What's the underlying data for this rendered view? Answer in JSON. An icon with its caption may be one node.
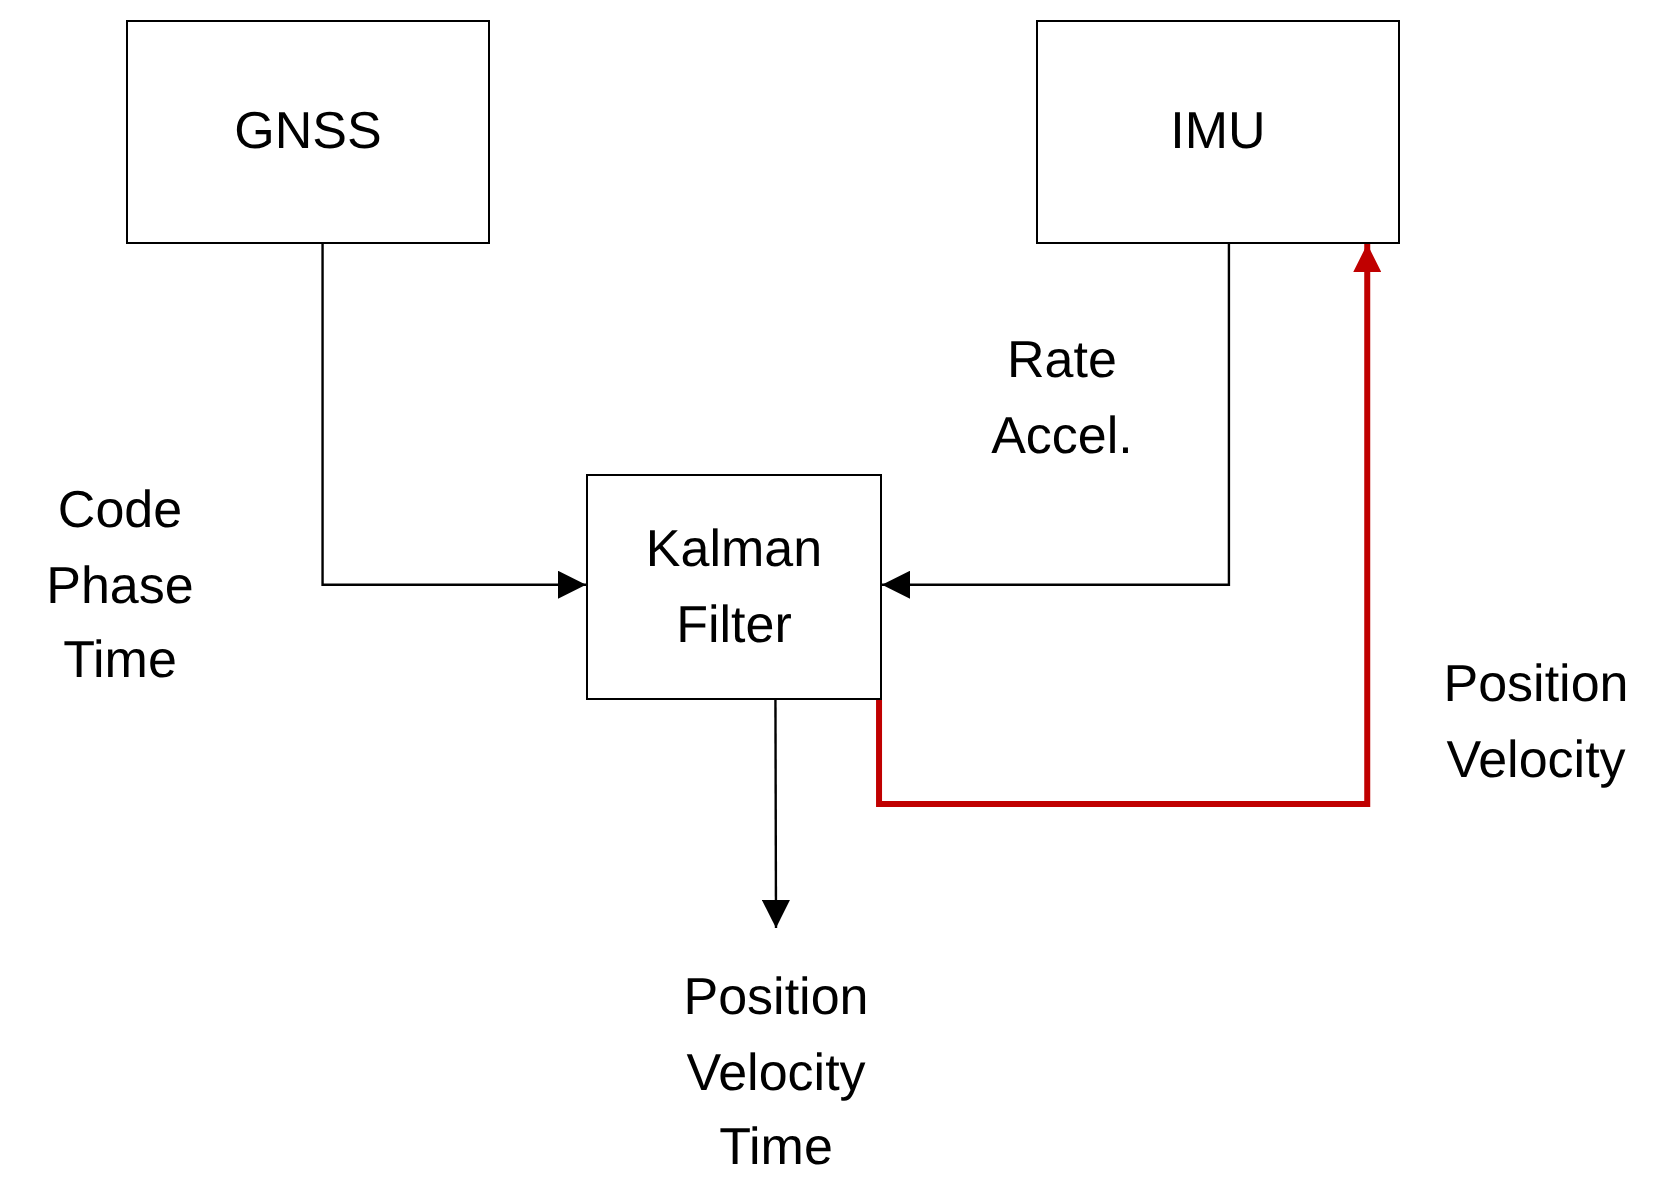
{
  "diagram": {
    "nodes": [
      {
        "text": [
          "GNSS"
        ]
      },
      {
        "text": [
          "IMU"
        ]
      },
      {
        "text": [
          "Kalman Filter"
        ]
      },
      {
        "text": [
          "Position Velocity Time"
        ]
      }
    ],
    "edges": [
      {
        "from": 0,
        "to": 2,
        "arrow": "to",
        "label": "Code Phase Time"
      },
      {
        "from": 1,
        "to": 2,
        "arrow": "to",
        "label": "Rate Accel."
      },
      {
        "from": 2,
        "to": 3,
        "arrow": "to"
      },
      {
        "from": 2,
        "to": 1,
        "arrow": "to",
        "label": "Position Velocity",
        "style": "thick",
        "color": "#c00000"
      }
    ]
  }
}
